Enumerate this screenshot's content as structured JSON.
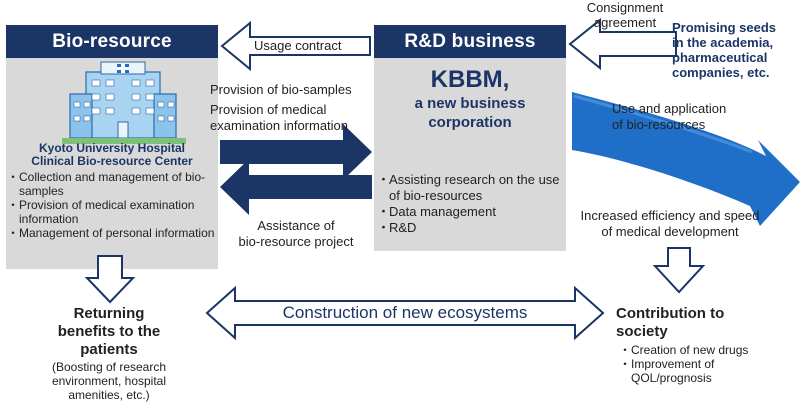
{
  "bioresource": {
    "header": "Bio-resource",
    "center_name_1": "Kyoto University Hospital",
    "center_name_2": "Clinical Bio-resource Center",
    "items": [
      "Collection and management of bio-samples",
      "Provision of medical examination information",
      "Management of personal information"
    ]
  },
  "rnd": {
    "header": "R&D business",
    "kbbm_title": "KBBM,",
    "kbbm_subtitle_1": "a new business",
    "kbbm_subtitle_2": "corporation",
    "items": [
      "Assisting research on the use of bio-resources",
      "Data management",
      "R&D"
    ]
  },
  "flows": {
    "usage_contract": "Usage contract",
    "consignment_1": "Consignment",
    "consignment_2": "agreement",
    "provision_samples": "Provision of bio-samples",
    "provision_medical_1": "Provision of medical",
    "provision_medical_2": "examination information",
    "assistance_1": "Assistance of",
    "assistance_2": "bio-resource project",
    "use_application_1": "Use and application",
    "use_application_2": "of bio-resources",
    "efficiency_1": "Increased efficiency and speed",
    "efficiency_2": "of medical development",
    "ecosystem": "Construction of new ecosystems"
  },
  "seeds": {
    "line1": "Promising seeds",
    "line2": "in the academia,",
    "line3": "pharmaceutical",
    "line4": "companies, etc."
  },
  "returning": {
    "title_1": "Returning",
    "title_2": "benefits to the",
    "title_3": "patients",
    "note_1": "(Boosting of research",
    "note_2": "environment, hospital",
    "note_3": "amenities, etc.)"
  },
  "contribution": {
    "title_1": "Contribution to",
    "title_2": "society",
    "items": [
      "Creation of new drugs",
      "Improvement of QOL/prognosis"
    ]
  },
  "colors": {
    "navy": "#1b3566",
    "blue": "#1f6fc8",
    "panel": "#d9d9d9"
  },
  "icons": [
    "hospital-icon"
  ]
}
